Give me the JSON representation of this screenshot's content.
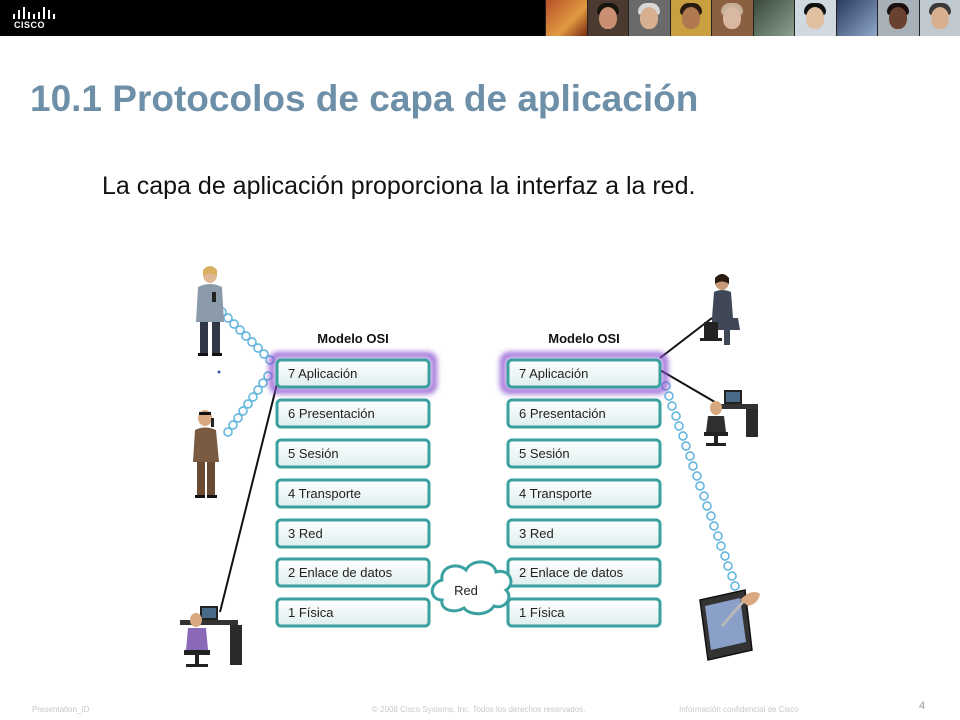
{
  "header": {
    "logo_text": "CISCO"
  },
  "slide": {
    "title": "10.1 Protocolos de capa de aplicación",
    "subtitle": "La capa de aplicación proporciona la interfaz a la red."
  },
  "diagram": {
    "left_model_title": "Modelo OSI",
    "right_model_title": "Modelo OSI",
    "layers": [
      "7 Aplicación",
      "6 Presentación",
      "5 Sesión",
      "4 Transporte",
      "3 Red",
      "2 Enlace de datos",
      "1 Física"
    ],
    "highlighted_layer": "7 Aplicación",
    "cloud_label": "Red",
    "colors": {
      "layer_border": "#3aa0a0",
      "layer_fill": "#eef6f6",
      "highlight_glow": "#8a4fd0",
      "signal": "#6bb8e0"
    }
  },
  "footer": {
    "presentation_id": "Presentation_ID",
    "copyright": "© 2008 Cisco Systems, Inc. Todos los derechos reservados.",
    "confidential": "Información confidencial de Cisco",
    "page_number": "4"
  }
}
